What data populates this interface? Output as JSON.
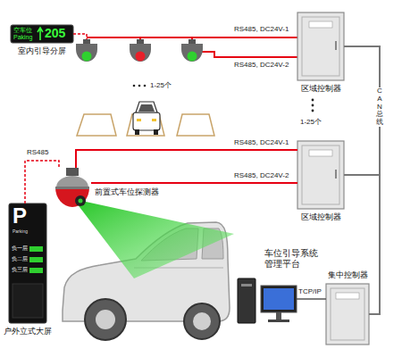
{
  "diagram": {
    "nodes": [
      {
        "text": [
          "空车位 Paking",
          "205",
          "室内引导分屏"
        ]
      },
      {
        "text": [
          "区域控制器"
        ]
      },
      {
        "text": [
          "区域控制器"
        ]
      },
      {
        "text": [
          "前置式车位探测器"
        ]
      },
      {
        "text": [
          "P",
          "Parking",
          "负一层",
          "负二层",
          "负三层",
          "户外立式大屏"
        ]
      },
      {
        "text": [
          "车位引导系统管理平台"
        ]
      },
      {
        "text": [
          "集中控制器"
        ]
      }
    ],
    "edges": [
      {
        "from": 3,
        "to": 2,
        "arrow": "none",
        "label": "RS485, DC24V-1"
      },
      {
        "from": 3,
        "to": 2,
        "arrow": "none",
        "label": "RS485, DC24V-2"
      },
      {
        "from": 4,
        "to": 3,
        "arrow": "none",
        "label": "RS485"
      },
      {
        "from": 1,
        "to": 6,
        "arrow": "none",
        "label": "CAN总线"
      },
      {
        "from": 2,
        "to": 6,
        "arrow": "none"
      },
      {
        "from": 5,
        "to": 6,
        "arrow": "none",
        "label": "TCP/IP"
      }
    ],
    "labels": [
      "RS485, DC24V-1",
      "1-25个",
      "RS485, DC24V-2",
      "1-25个"
    ]
  }
}
